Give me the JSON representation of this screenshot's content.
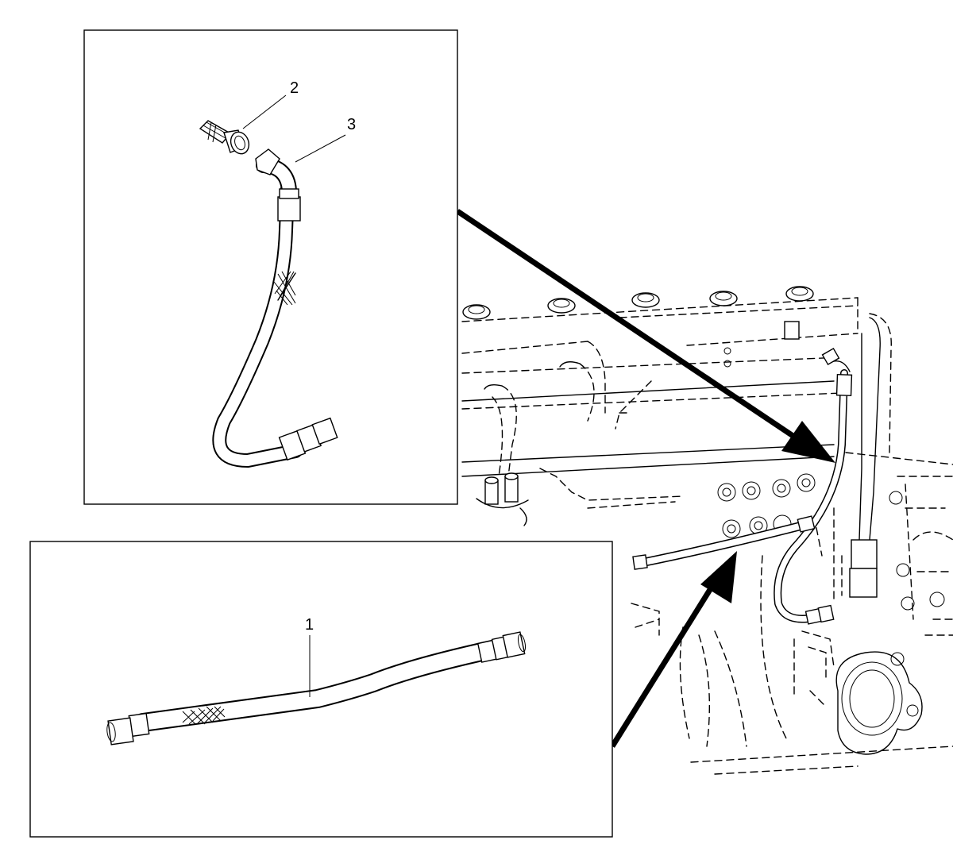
{
  "callouts": {
    "item_1": "1",
    "item_2": "2",
    "item_3": "3"
  },
  "colors": {
    "line": "#000000",
    "background": "#ffffff"
  }
}
